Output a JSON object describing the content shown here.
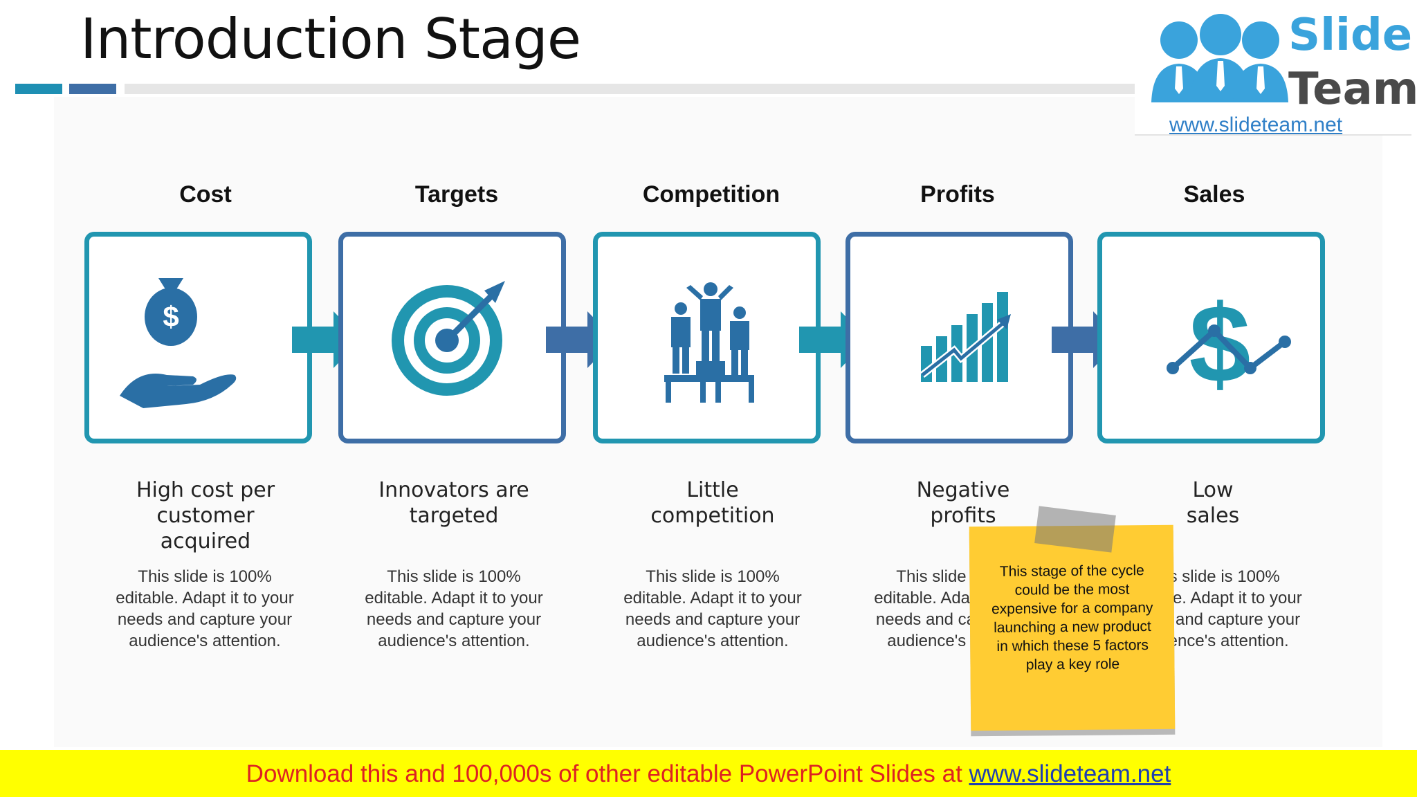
{
  "title": "Introduction Stage",
  "logo": {
    "word1": "Slide",
    "word2": "Team",
    "url": "www.slideteam.net"
  },
  "colors": {
    "teal": "#2196b0",
    "blue": "#3e6ea6",
    "note": "#ffcc33",
    "banner": "#ffff00"
  },
  "stages": [
    {
      "heading": "Cost",
      "icon": "money-bag-hand-icon",
      "subtitle_1": "High cost per customer",
      "subtitle_2": "acquired",
      "desc_1": "This slide is 100%",
      "desc_2": "editable. Adapt it to your",
      "desc_3": "needs and capture your",
      "desc_4": "audience's attention."
    },
    {
      "heading": "Targets",
      "icon": "target-icon",
      "subtitle_1": "Innovators are",
      "subtitle_2": "targeted",
      "desc_1": "This slide is 100%",
      "desc_2": "editable. Adapt it to your",
      "desc_3": "needs and capture your",
      "desc_4": "audience's attention."
    },
    {
      "heading": "Competition",
      "icon": "podium-people-icon",
      "subtitle_1": "Little",
      "subtitle_2": "competition",
      "desc_1": "This slide is 100%",
      "desc_2": "editable. Adapt it to your",
      "desc_3": "needs and capture your",
      "desc_4": "audience's attention."
    },
    {
      "heading": "Profits",
      "icon": "growth-chart-icon",
      "subtitle_1": "Negative",
      "subtitle_2": "profits",
      "desc_1": "This slide is 100%",
      "desc_2": "editable. Adapt it to your",
      "desc_3": "needs and capture your",
      "desc_4": "audience's attention."
    },
    {
      "heading": "Sales",
      "icon": "dollar-trend-icon",
      "subtitle_1": "Low",
      "subtitle_2": "sales",
      "desc_1": "This slide is 100%",
      "desc_2": "editable. Adapt it to your",
      "desc_3": "needs and capture your",
      "desc_4": "audience's attention."
    }
  ],
  "note": "This stage of the cycle could be the most expensive for a company launching a new product in which these 5 factors play a key role",
  "banner": {
    "text": "Download this and 100,000s of other editable PowerPoint Slides at ",
    "link": "www.slideteam.net"
  }
}
